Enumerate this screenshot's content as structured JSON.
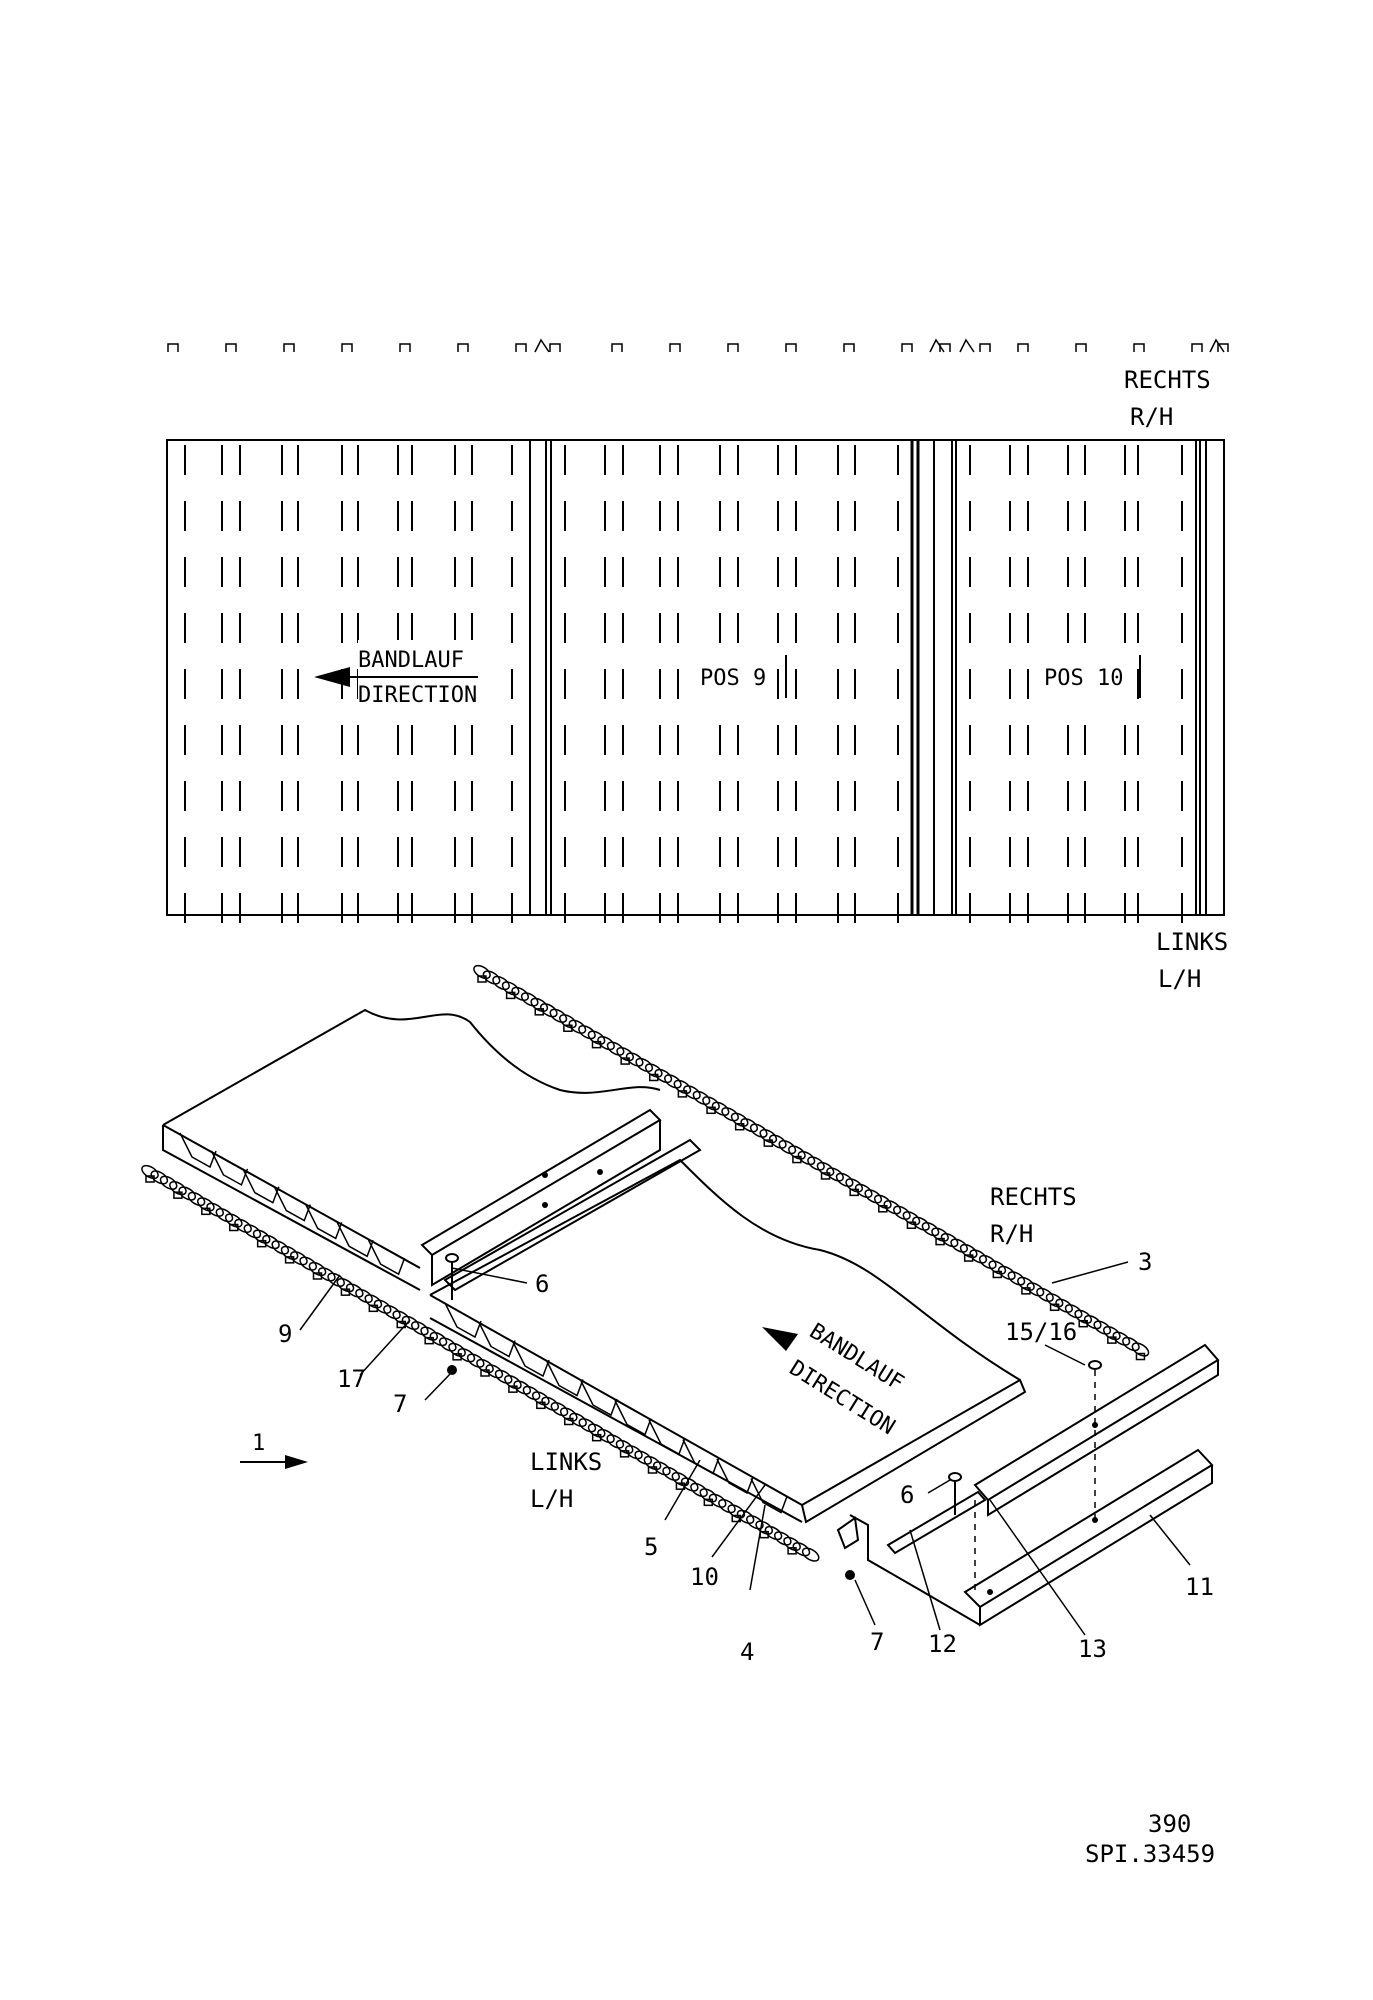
{
  "plan": {
    "right_label": "RECHTS",
    "right_abbr": "R/H",
    "left_label": "LINKS",
    "left_abbr": "L/H",
    "direction_de": "BANDLAUF",
    "direction_en": "DIRECTION",
    "pos9": "POS 9",
    "pos10": "POS 10"
  },
  "iso": {
    "right_label": "RECHTS",
    "right_abbr": "R/H",
    "left_label": "LINKS",
    "left_abbr": "L/H",
    "direction_de": "BANDLAUF",
    "direction_en": "DIRECTION",
    "view_arrow": "1",
    "callouts": [
      "3",
      "4",
      "5",
      "6",
      "6",
      "7",
      "7",
      "9",
      "10",
      "11",
      "12",
      "13",
      "15/16",
      "17"
    ]
  },
  "footer": {
    "page_number": "390",
    "drawing_number": "SPI.33459"
  }
}
